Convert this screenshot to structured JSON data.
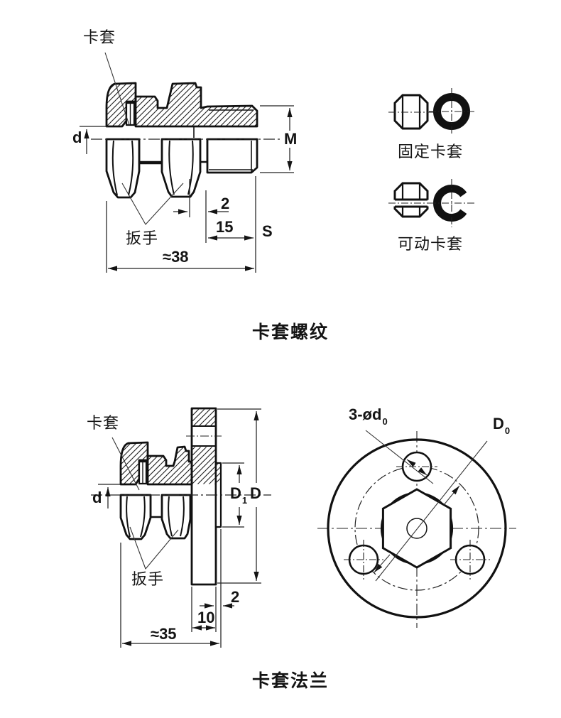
{
  "thread_fitting": {
    "ferrule_label": "卡套",
    "wrench_label": "扳手",
    "caption": "卡套螺纹",
    "dims": {
      "bore": "d",
      "thread": "M",
      "flats": "S",
      "groove": "2",
      "thread_length": "15",
      "overall": "≈38"
    }
  },
  "ferrule_types": {
    "fixed": "固定卡套",
    "movable": "可动卡套"
  },
  "flange_fitting": {
    "ferrule_label": "卡套",
    "wrench_label": "扳手",
    "caption": "卡套法兰",
    "dims": {
      "bore": "d",
      "inner_dia": {
        "base": "D",
        "sub": "1"
      },
      "outer_dia": "D",
      "gap": "2",
      "thickness": "10",
      "overall": "≈35"
    }
  },
  "flange_view": {
    "bolt_holes": {
      "base": "3-ød",
      "sub": "0"
    },
    "bolt_circle": {
      "base": "D",
      "sub": "0"
    }
  },
  "colors": {
    "line": "#141414",
    "background": "#ffffff"
  }
}
